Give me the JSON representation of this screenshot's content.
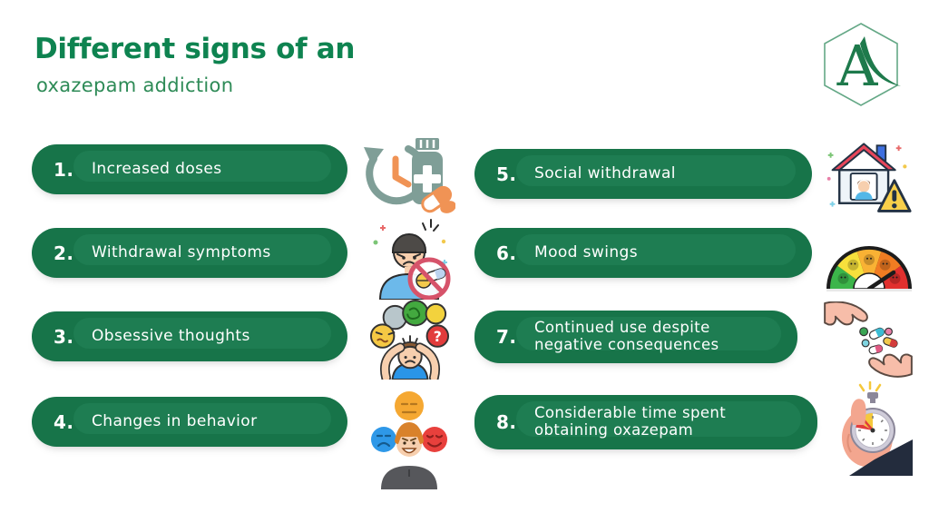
{
  "header": {
    "title_line1": "Different signs of an",
    "title_line2": "oxazepam addiction"
  },
  "logo": {
    "letter": "A"
  },
  "colors": {
    "title_green": "#0e8350",
    "subtitle_green": "#2e8b57",
    "pill_green": "#177449",
    "pill_highlight_green": "#1e7d52",
    "pill_text": "#ffffff",
    "icon_orange": "#f09355",
    "icon_teal_gray": "#7f9e97"
  },
  "items": [
    {
      "number": "1.",
      "label": "Increased doses",
      "icon": "clock-refill-medicine-icon"
    },
    {
      "number": "2.",
      "label": "Withdrawal symptoms",
      "icon": "person-no-pills-icon"
    },
    {
      "number": "3.",
      "label": "Obsessive thoughts",
      "icon": "person-thought-bubbles-icon"
    },
    {
      "number": "4.",
      "label": "Changes in behavior",
      "icon": "person-mood-faces-icon"
    },
    {
      "number": "5.",
      "label": "Social withdrawal",
      "icon": "house-warning-icon"
    },
    {
      "number": "6.",
      "label": "Mood swings",
      "icon": "mood-gauge-icon"
    },
    {
      "number": "7.",
      "label": "Continued use despite negative consequences",
      "icon": "hands-passing-pills-icon"
    },
    {
      "number": "8.",
      "label": "Considerable time spent obtaining oxazepam",
      "icon": "hand-stopwatch-icon"
    }
  ]
}
